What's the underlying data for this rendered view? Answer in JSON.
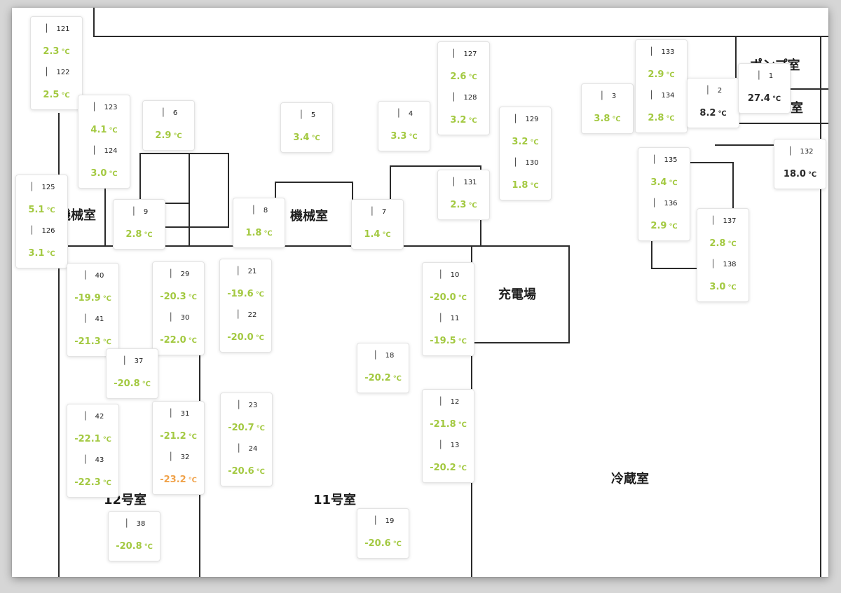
{
  "unit": "℃",
  "rooms": {
    "pump_room": "ポンプ室",
    "room_partial": "室",
    "machine_room_left": "機械室",
    "machine_room_center": "機械室",
    "charging_area": "充電場",
    "room_12": "12号室",
    "room_11": "11号室",
    "cold_storage": "冷蔵室"
  },
  "colors": {
    "normal": "#a3c941",
    "warning": "#f0a24a",
    "neutral": "#2a2a2a"
  },
  "icon": "thermometer-icon",
  "sensors": [
    {
      "id": "121",
      "temp": "2.3",
      "status": "normal"
    },
    {
      "id": "122",
      "temp": "2.5",
      "status": "normal"
    },
    {
      "id": "123",
      "temp": "4.1",
      "status": "normal"
    },
    {
      "id": "124",
      "temp": "3.0",
      "status": "normal"
    },
    {
      "id": "6",
      "temp": "2.9",
      "status": "normal"
    },
    {
      "id": "125",
      "temp": "5.1",
      "status": "normal"
    },
    {
      "id": "126",
      "temp": "3.1",
      "status": "normal"
    },
    {
      "id": "9",
      "temp": "2.8",
      "status": "normal"
    },
    {
      "id": "5",
      "temp": "3.4",
      "status": "normal"
    },
    {
      "id": "4",
      "temp": "3.3",
      "status": "normal"
    },
    {
      "id": "8",
      "temp": "1.8",
      "status": "normal"
    },
    {
      "id": "7",
      "temp": "1.4",
      "status": "normal"
    },
    {
      "id": "127",
      "temp": "2.6",
      "status": "normal"
    },
    {
      "id": "128",
      "temp": "3.2",
      "status": "normal"
    },
    {
      "id": "129",
      "temp": "3.2",
      "status": "normal"
    },
    {
      "id": "130",
      "temp": "1.8",
      "status": "normal"
    },
    {
      "id": "131",
      "temp": "2.3",
      "status": "normal"
    },
    {
      "id": "3",
      "temp": "3.8",
      "status": "normal"
    },
    {
      "id": "133",
      "temp": "2.9",
      "status": "normal"
    },
    {
      "id": "134",
      "temp": "2.8",
      "status": "normal"
    },
    {
      "id": "2",
      "temp": "8.2",
      "status": "neutral"
    },
    {
      "id": "1",
      "temp": "27.4",
      "status": "neutral"
    },
    {
      "id": "132",
      "temp": "18.0",
      "status": "neutral"
    },
    {
      "id": "135",
      "temp": "3.4",
      "status": "normal"
    },
    {
      "id": "136",
      "temp": "2.9",
      "status": "normal"
    },
    {
      "id": "137",
      "temp": "2.8",
      "status": "normal"
    },
    {
      "id": "138",
      "temp": "3.0",
      "status": "normal"
    },
    {
      "id": "40",
      "temp": "-19.9",
      "status": "normal"
    },
    {
      "id": "41",
      "temp": "-21.3",
      "status": "normal"
    },
    {
      "id": "29",
      "temp": "-20.3",
      "status": "normal"
    },
    {
      "id": "30",
      "temp": "-22.0",
      "status": "normal"
    },
    {
      "id": "21",
      "temp": "-19.6",
      "status": "normal"
    },
    {
      "id": "22",
      "temp": "-20.0",
      "status": "normal"
    },
    {
      "id": "37",
      "temp": "-20.8",
      "status": "normal"
    },
    {
      "id": "10",
      "temp": "-20.0",
      "status": "normal"
    },
    {
      "id": "11",
      "temp": "-19.5",
      "status": "normal"
    },
    {
      "id": "18",
      "temp": "-20.2",
      "status": "normal"
    },
    {
      "id": "42",
      "temp": "-22.1",
      "status": "normal"
    },
    {
      "id": "43",
      "temp": "-22.3",
      "status": "normal"
    },
    {
      "id": "31",
      "temp": "-21.2",
      "status": "normal"
    },
    {
      "id": "32",
      "temp": "-23.2",
      "status": "warning"
    },
    {
      "id": "23",
      "temp": "-20.7",
      "status": "normal"
    },
    {
      "id": "24",
      "temp": "-20.6",
      "status": "normal"
    },
    {
      "id": "12",
      "temp": "-21.8",
      "status": "normal"
    },
    {
      "id": "13",
      "temp": "-20.2",
      "status": "normal"
    },
    {
      "id": "38",
      "temp": "-20.8",
      "status": "normal"
    },
    {
      "id": "19",
      "temp": "-20.6",
      "status": "normal"
    }
  ]
}
